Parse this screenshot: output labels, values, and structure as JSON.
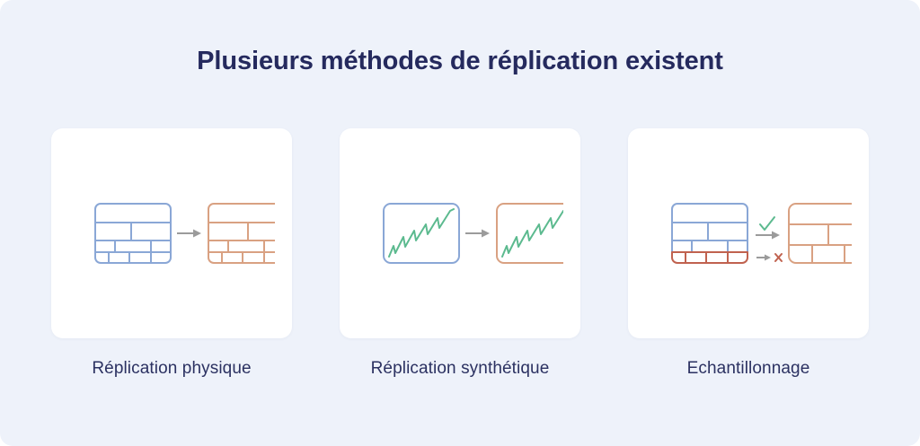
{
  "slide": {
    "title": "Plusieurs méthodes de réplication existent",
    "background_color": "#eef2fa",
    "title_color": "#252a5e"
  },
  "palette": {
    "blue": "#8aa7d6",
    "orange": "#d9a182",
    "green": "#5cba8f",
    "red": "#c0624f",
    "red_light": "#c97a62",
    "gray_arrow": "#9b9b9b",
    "card_bg": "#ffffff"
  },
  "cards": [
    {
      "id": "replication-physique",
      "caption": "Réplication physique",
      "illustration": "brick-to-brick",
      "source_icon": "brick-wall-blue",
      "target_icon": "brick-wall-orange",
      "connector_icon": "arrow-right"
    },
    {
      "id": "replication-synthetique",
      "caption": "Réplication synthétique",
      "illustration": "chart-to-chart",
      "source_icon": "sawtooth-chart-blue",
      "target_icon": "sawtooth-chart-orange",
      "connector_icon": "arrow-right"
    },
    {
      "id": "echantillonnage",
      "caption": "Echantillonnage",
      "illustration": "brick-sampled-to-brick",
      "source_icon": "brick-wall-blue-with-red-row",
      "target_icon": "brick-wall-orange-three-rows",
      "connector_icon": "arrow-right",
      "accept_icon": "check-mark",
      "reject_icon": "cross-mark"
    }
  ]
}
